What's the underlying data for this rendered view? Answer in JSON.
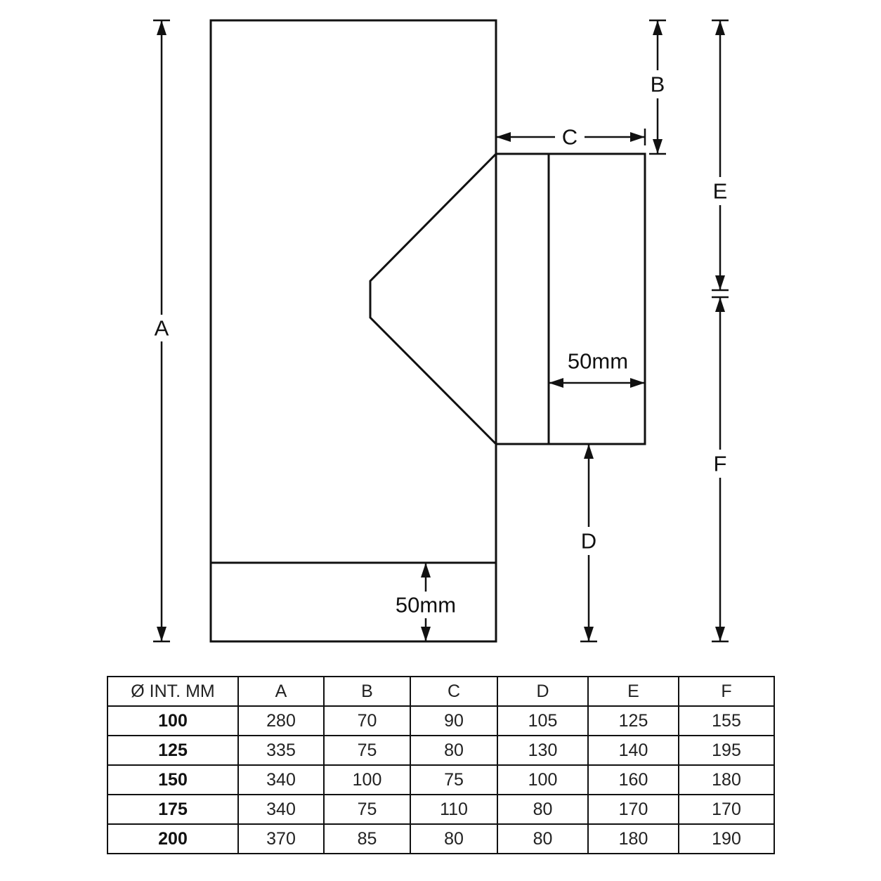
{
  "diagram": {
    "labels": {
      "A": "A",
      "B": "B",
      "C": "C",
      "D": "D",
      "E": "E",
      "F": "F",
      "bottom_band": "50mm",
      "branch_band": "50mm"
    }
  },
  "table": {
    "headers": [
      "Ø INT. MM",
      "A",
      "B",
      "C",
      "D",
      "E",
      "F"
    ],
    "rows": [
      [
        "100",
        "280",
        "70",
        "90",
        "105",
        "125",
        "155"
      ],
      [
        "125",
        "335",
        "75",
        "80",
        "130",
        "140",
        "195"
      ],
      [
        "150",
        "340",
        "100",
        "75",
        "100",
        "160",
        "180"
      ],
      [
        "175",
        "340",
        "75",
        "110",
        "80",
        "170",
        "170"
      ],
      [
        "200",
        "370",
        "85",
        "80",
        "80",
        "180",
        "190"
      ]
    ]
  }
}
